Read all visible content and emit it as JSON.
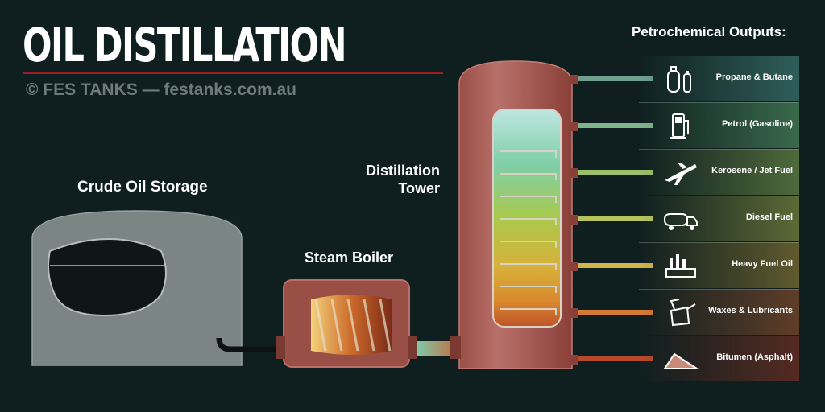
{
  "title": "OIL DISTILLATION",
  "credit": "© FES TANKS — festanks.com.au",
  "labels": {
    "crude_oil_storage": "Crude Oil Storage",
    "steam_boiler": "Steam Boiler",
    "distillation_tower_line1": "Distillation",
    "distillation_tower_line2": "Tower"
  },
  "outputs": {
    "heading": "Petrochemical Outputs:",
    "items": [
      {
        "label": "Propane & Butane",
        "icon": "gas-cylinders-icon",
        "color": "#2f5e5a"
      },
      {
        "label": "Petrol (Gasoline)",
        "icon": "fuel-pump-icon",
        "color": "#3a6a4c"
      },
      {
        "label": "Kerosene / Jet Fuel",
        "icon": "airplane-icon",
        "color": "#4f6a3c"
      },
      {
        "label": "Diesel Fuel",
        "icon": "tanker-truck-icon",
        "color": "#5c6a36"
      },
      {
        "label": "Heavy Fuel Oil",
        "icon": "factory-icon",
        "color": "#605a2e"
      },
      {
        "label": "Waxes & Lubricants",
        "icon": "oil-can-icon",
        "color": "#5f3e28"
      },
      {
        "label": "Bitumen (Asphalt)",
        "icon": "asphalt-icon",
        "color": "#552a22"
      }
    ]
  }
}
